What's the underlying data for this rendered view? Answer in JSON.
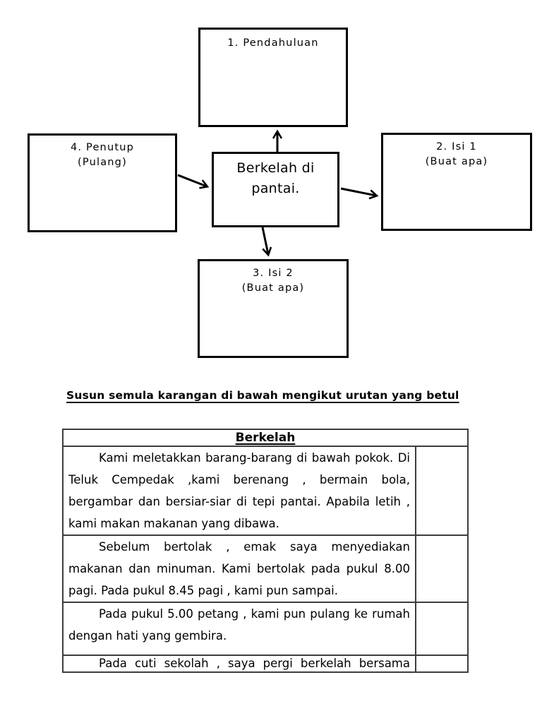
{
  "colors": {
    "page_bg": "#ffffff",
    "ink": "#000000",
    "table_border": "#3d3d3d"
  },
  "diagram": {
    "pendahuluan_box": {
      "line1": "1. Pendahuluan",
      "line2": ""
    },
    "isi1_box": {
      "line1": "2. Isi 1",
      "line2": "(Buat apa)"
    },
    "isi2_box": {
      "line1": "3. Isi 2",
      "line2": "(Buat apa)"
    },
    "penutup_box": {
      "line1": "4. Penutup",
      "line2": "(Pulang)"
    },
    "center_box": {
      "line1": "Berkelah di",
      "line2": "pantai."
    },
    "arrow_icons": [
      "arrow-center-to-pendahuluan",
      "arrow-penutup-to-center",
      "arrow-center-to-isi1",
      "arrow-center-to-isi2"
    ]
  },
  "heading": {
    "text": "Susun semula karangan di bawah mengikut urutan yang betul"
  },
  "table": {
    "title": "Berkelah",
    "rows": [
      {
        "text": "Kami meletakkan barang-barang di bawah pokok. Di Teluk Cempedak ,kami berenang , bermain bola, bergambar dan bersiar-siar di tepi pantai. Apabila letih , kami makan makanan yang dibawa.",
        "answer": ""
      },
      {
        "text": "Sebelum bertolak , emak saya menyediakan makanan dan minuman. Kami bertolak pada pukul 8.00 pagi. Pada pukul 8.45 pagi , kami pun sampai.",
        "answer": ""
      },
      {
        "text": "Pada pukul 5.00 petang , kami pun pulang ke rumah dengan hati yang gembira.",
        "answer": ""
      },
      {
        "text": "Pada cuti sekolah , saya pergi berkelah bersama",
        "answer": ""
      }
    ]
  }
}
